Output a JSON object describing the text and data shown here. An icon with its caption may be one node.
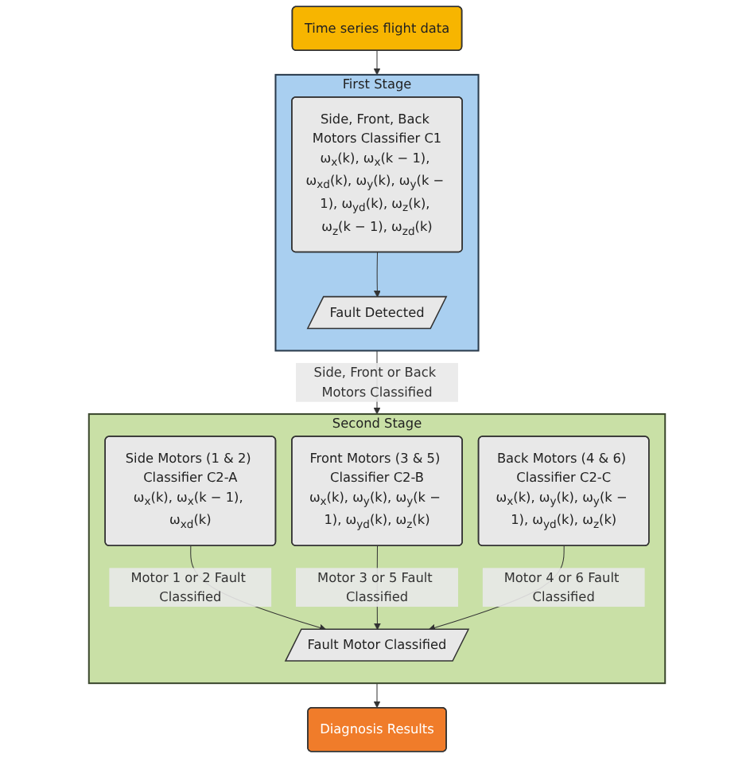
{
  "diagram": {
    "nodes": [
      {
        "text": [
          "First Stage"
        ]
      },
      {
        "text": [
          "Side, Front, Back Motors Classifier C1",
          "ω$_{x}$(k), ω$_{x}$(k − 1), ω$_{xd}$(k), ω$_{y}$(k), ω$_{y}$(k − 1), ω$_{yd}$(k), ω$_{z}$(k), ω$_{z}$(k − 1), ω$_{zd}$(k)"
        ],
        "in": 0
      },
      {
        "text": [
          "Fault Detected"
        ],
        "in": 0
      },
      {
        "text": [
          "Time series flight data"
        ]
      },
      {
        "text": [
          "Diagnosis Results"
        ]
      },
      {
        "text": [
          "Second Stage"
        ]
      },
      {
        "text": [
          "Side Motors (1 & 2) Classifier C2-A",
          "ω$_{x}$(k), ω$_{x}$(k − 1), ω$_{xd}$(k)"
        ],
        "in": 5
      },
      {
        "text": [
          "Front Motors (3 & 5) Classifier C2-B",
          "ω$_{x}$(k), ω$_{y}$(k), ω$_{y}$(k − 1), ω$_{yd}$(k), ω$_{z}$(k)"
        ],
        "in": 5
      },
      {
        "text": [
          "Back Motors (4 & 6) Classifier C2-C",
          "ω$_{x}$(k), ω$_{y}$(k), ω$_{y}$(k − 1), ω$_{yd}$(k), ω$_{z}$(k)"
        ],
        "in": 5
      },
      {
        "text": [
          "Fault Motor Classified"
        ],
        "in": 5
      }
    ],
    "edges": [
      {
        "from": 3,
        "to": 0,
        "arrow": "to"
      },
      {
        "from": 1,
        "to": 2,
        "arrow": "to"
      },
      {
        "from": 0,
        "to": 5,
        "arrow": "to",
        "label": "Side, Front or Back Motors Classified"
      },
      {
        "from": 5,
        "to": 4,
        "arrow": "to"
      },
      {
        "from": 6,
        "to": 9,
        "arrow": "to",
        "label": "Motor 1 or 2 Fault Classified"
      },
      {
        "from": 7,
        "to": 9,
        "arrow": "to",
        "label": "Motor 3 or 5 Fault Classified"
      },
      {
        "from": 8,
        "to": 9,
        "arrow": "to",
        "label": "Motor 4 or 6 Fault Classified"
      }
    ]
  }
}
